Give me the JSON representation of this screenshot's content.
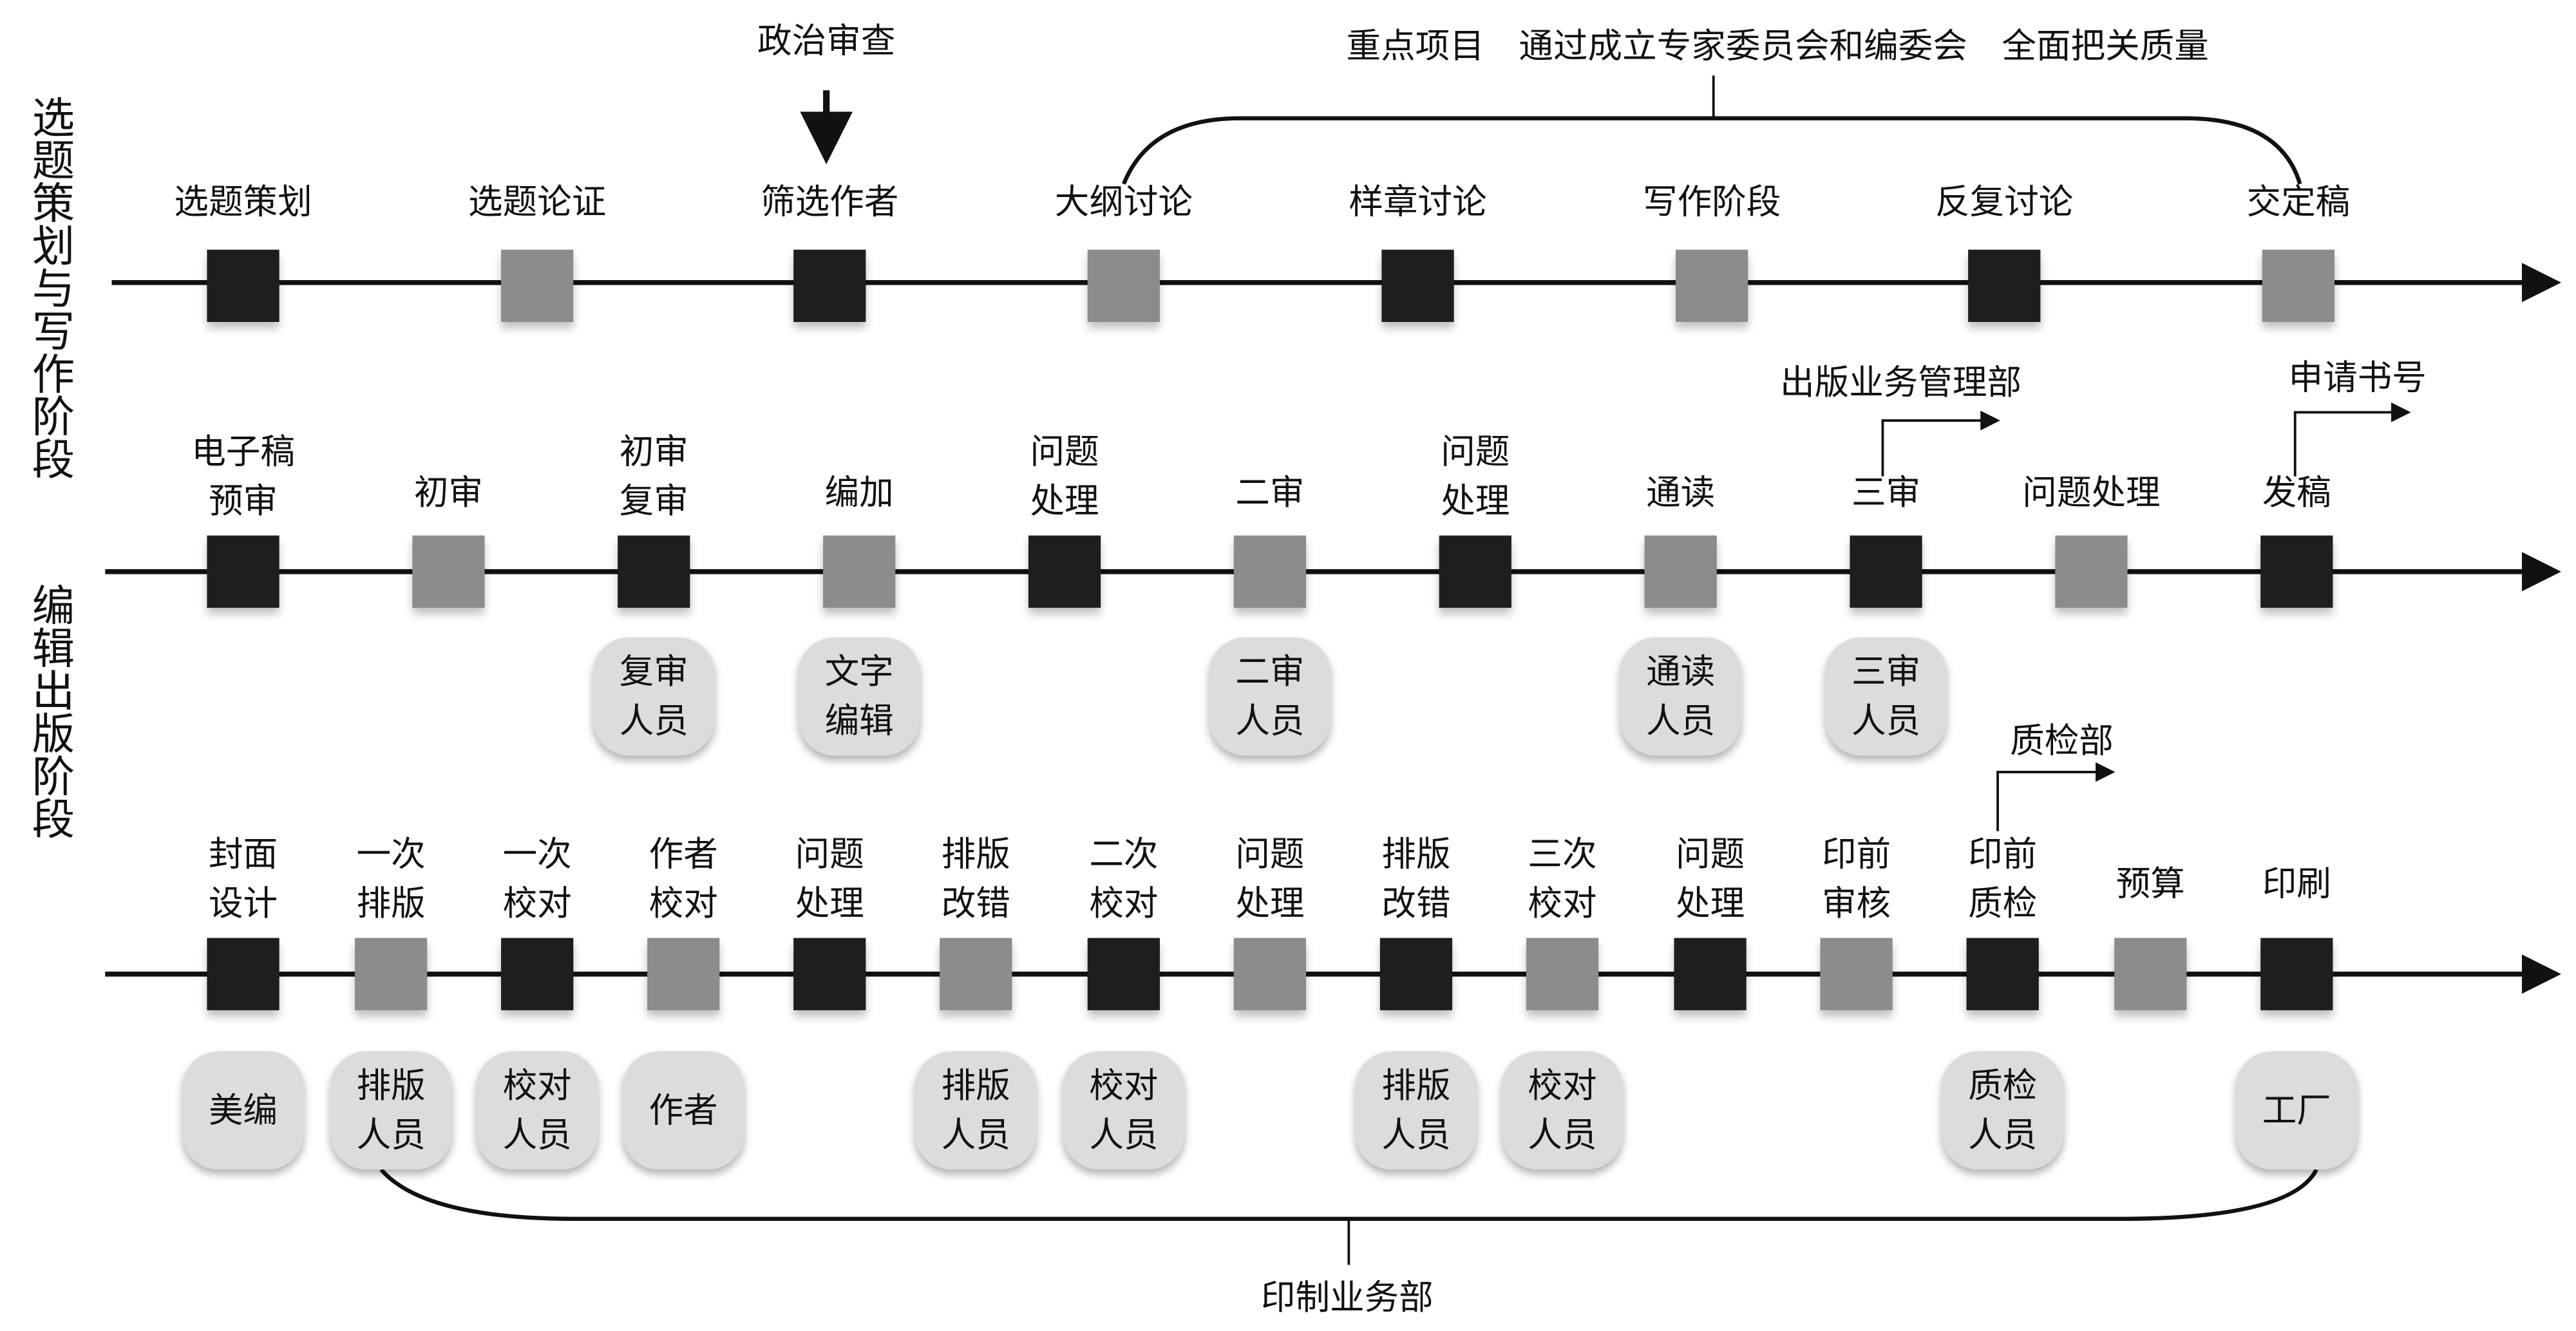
{
  "colors": {
    "dark": "#1e1e1e",
    "gray": "#8c8c8c",
    "pill": "#dcdcdc",
    "line": "#111111"
  },
  "side_labels": {
    "stage1": "选题策划与写作阶段",
    "stage2": "编辑出版阶段"
  },
  "annotations": {
    "political_review": "政治审查",
    "key_projects": "重点项目　通过成立专家委员会和编委会　全面把关质量",
    "publishing_mgmt": "出版业务管理部",
    "apply_isbn": "申请书号",
    "qc_dept": "质检部",
    "printing_dept": "印制业务部"
  },
  "rows": [
    {
      "nodes": [
        {
          "label": "选题策划",
          "tone": "dark"
        },
        {
          "label": "选题论证",
          "tone": "gray"
        },
        {
          "label": "筛选作者",
          "tone": "dark"
        },
        {
          "label": "大纲讨论",
          "tone": "gray"
        },
        {
          "label": "样章讨论",
          "tone": "dark"
        },
        {
          "label": "写作阶段",
          "tone": "gray"
        },
        {
          "label": "反复讨论",
          "tone": "dark"
        },
        {
          "label": "交定稿",
          "tone": "gray"
        }
      ],
      "pills": []
    },
    {
      "nodes": [
        {
          "label": "电子稿\n预审",
          "tone": "dark"
        },
        {
          "label": "初审",
          "tone": "gray"
        },
        {
          "label": "初审\n复审",
          "tone": "dark"
        },
        {
          "label": "编加",
          "tone": "gray"
        },
        {
          "label": "问题\n处理",
          "tone": "dark"
        },
        {
          "label": "二审",
          "tone": "gray"
        },
        {
          "label": "问题\n处理",
          "tone": "dark"
        },
        {
          "label": "通读",
          "tone": "gray"
        },
        {
          "label": "三审",
          "tone": "dark"
        },
        {
          "label": "问题处理",
          "tone": "gray"
        },
        {
          "label": "发稿",
          "tone": "dark"
        }
      ],
      "pills": [
        {
          "col": 2,
          "label": "复审\n人员"
        },
        {
          "col": 3,
          "label": "文字\n编辑"
        },
        {
          "col": 5,
          "label": "二审\n人员"
        },
        {
          "col": 7,
          "label": "通读\n人员"
        },
        {
          "col": 8,
          "label": "三审\n人员"
        }
      ]
    },
    {
      "nodes": [
        {
          "label": "封面\n设计",
          "tone": "dark"
        },
        {
          "label": "一次\n排版",
          "tone": "gray"
        },
        {
          "label": "一次\n校对",
          "tone": "dark"
        },
        {
          "label": "作者\n校对",
          "tone": "gray"
        },
        {
          "label": "问题\n处理",
          "tone": "dark"
        },
        {
          "label": "排版\n改错",
          "tone": "gray"
        },
        {
          "label": "二次\n校对",
          "tone": "dark"
        },
        {
          "label": "问题\n处理",
          "tone": "gray"
        },
        {
          "label": "排版\n改错",
          "tone": "dark"
        },
        {
          "label": "三次\n校对",
          "tone": "gray"
        },
        {
          "label": "问题\n处理",
          "tone": "dark"
        },
        {
          "label": "印前\n审核",
          "tone": "gray"
        },
        {
          "label": "印前\n质检",
          "tone": "dark"
        },
        {
          "label": "预算",
          "tone": "gray"
        },
        {
          "label": "印刷",
          "tone": "dark"
        }
      ],
      "pills": [
        {
          "col": 0,
          "label": "美编"
        },
        {
          "col": 1,
          "label": "排版\n人员"
        },
        {
          "col": 2,
          "label": "校对\n人员"
        },
        {
          "col": 3,
          "label": "作者"
        },
        {
          "col": 5,
          "label": "排版\n人员"
        },
        {
          "col": 6,
          "label": "校对\n人员"
        },
        {
          "col": 8,
          "label": "排版\n人员"
        },
        {
          "col": 9,
          "label": "校对\n人员"
        },
        {
          "col": 12,
          "label": "质检\n人员"
        },
        {
          "col": 14,
          "label": "工厂"
        }
      ]
    }
  ]
}
